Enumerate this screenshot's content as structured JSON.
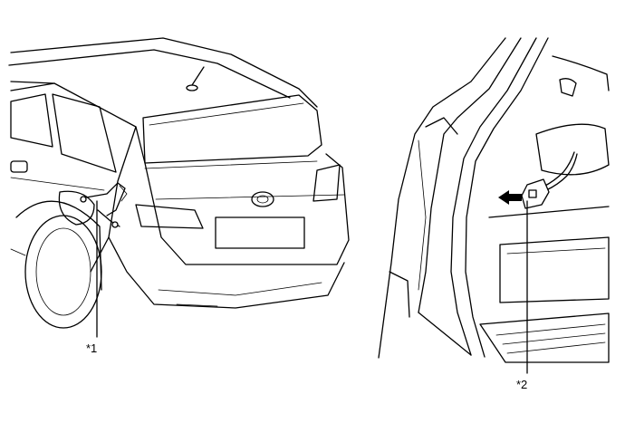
{
  "callouts": [
    {
      "id": "1",
      "text": "*1"
    },
    {
      "id": "2",
      "text": "*2"
    }
  ],
  "colors": {
    "line": "#000000",
    "background": "#ffffff"
  }
}
